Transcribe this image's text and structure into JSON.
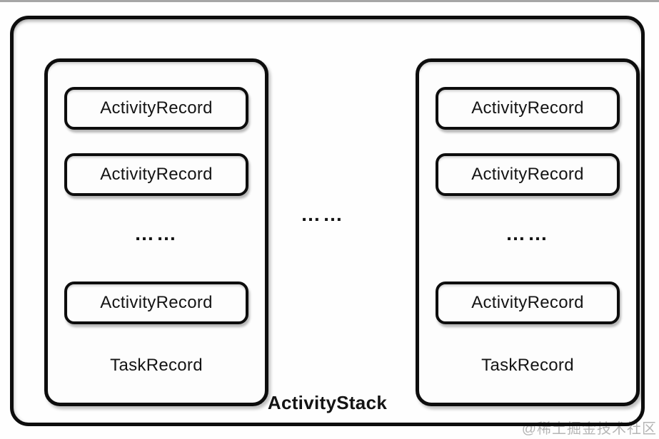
{
  "diagram": {
    "stack_label": "ActivityStack",
    "middle_ellipsis": "……",
    "tasks": [
      {
        "label": "TaskRecord",
        "ellipsis": "……",
        "activities": [
          "ActivityRecord",
          "ActivityRecord",
          "ActivityRecord"
        ]
      },
      {
        "label": "TaskRecord",
        "ellipsis": "……",
        "activities": [
          "ActivityRecord",
          "ActivityRecord",
          "ActivityRecord"
        ]
      }
    ]
  },
  "watermark": {
    "text": "@稀土掘金技术社区"
  },
  "colors": {
    "border": "#0d0d0d",
    "text": "#141414",
    "background": "#fefefe",
    "watermark_gray": "#b5b5b5",
    "top_strip_gray": "#a6a6a6"
  }
}
